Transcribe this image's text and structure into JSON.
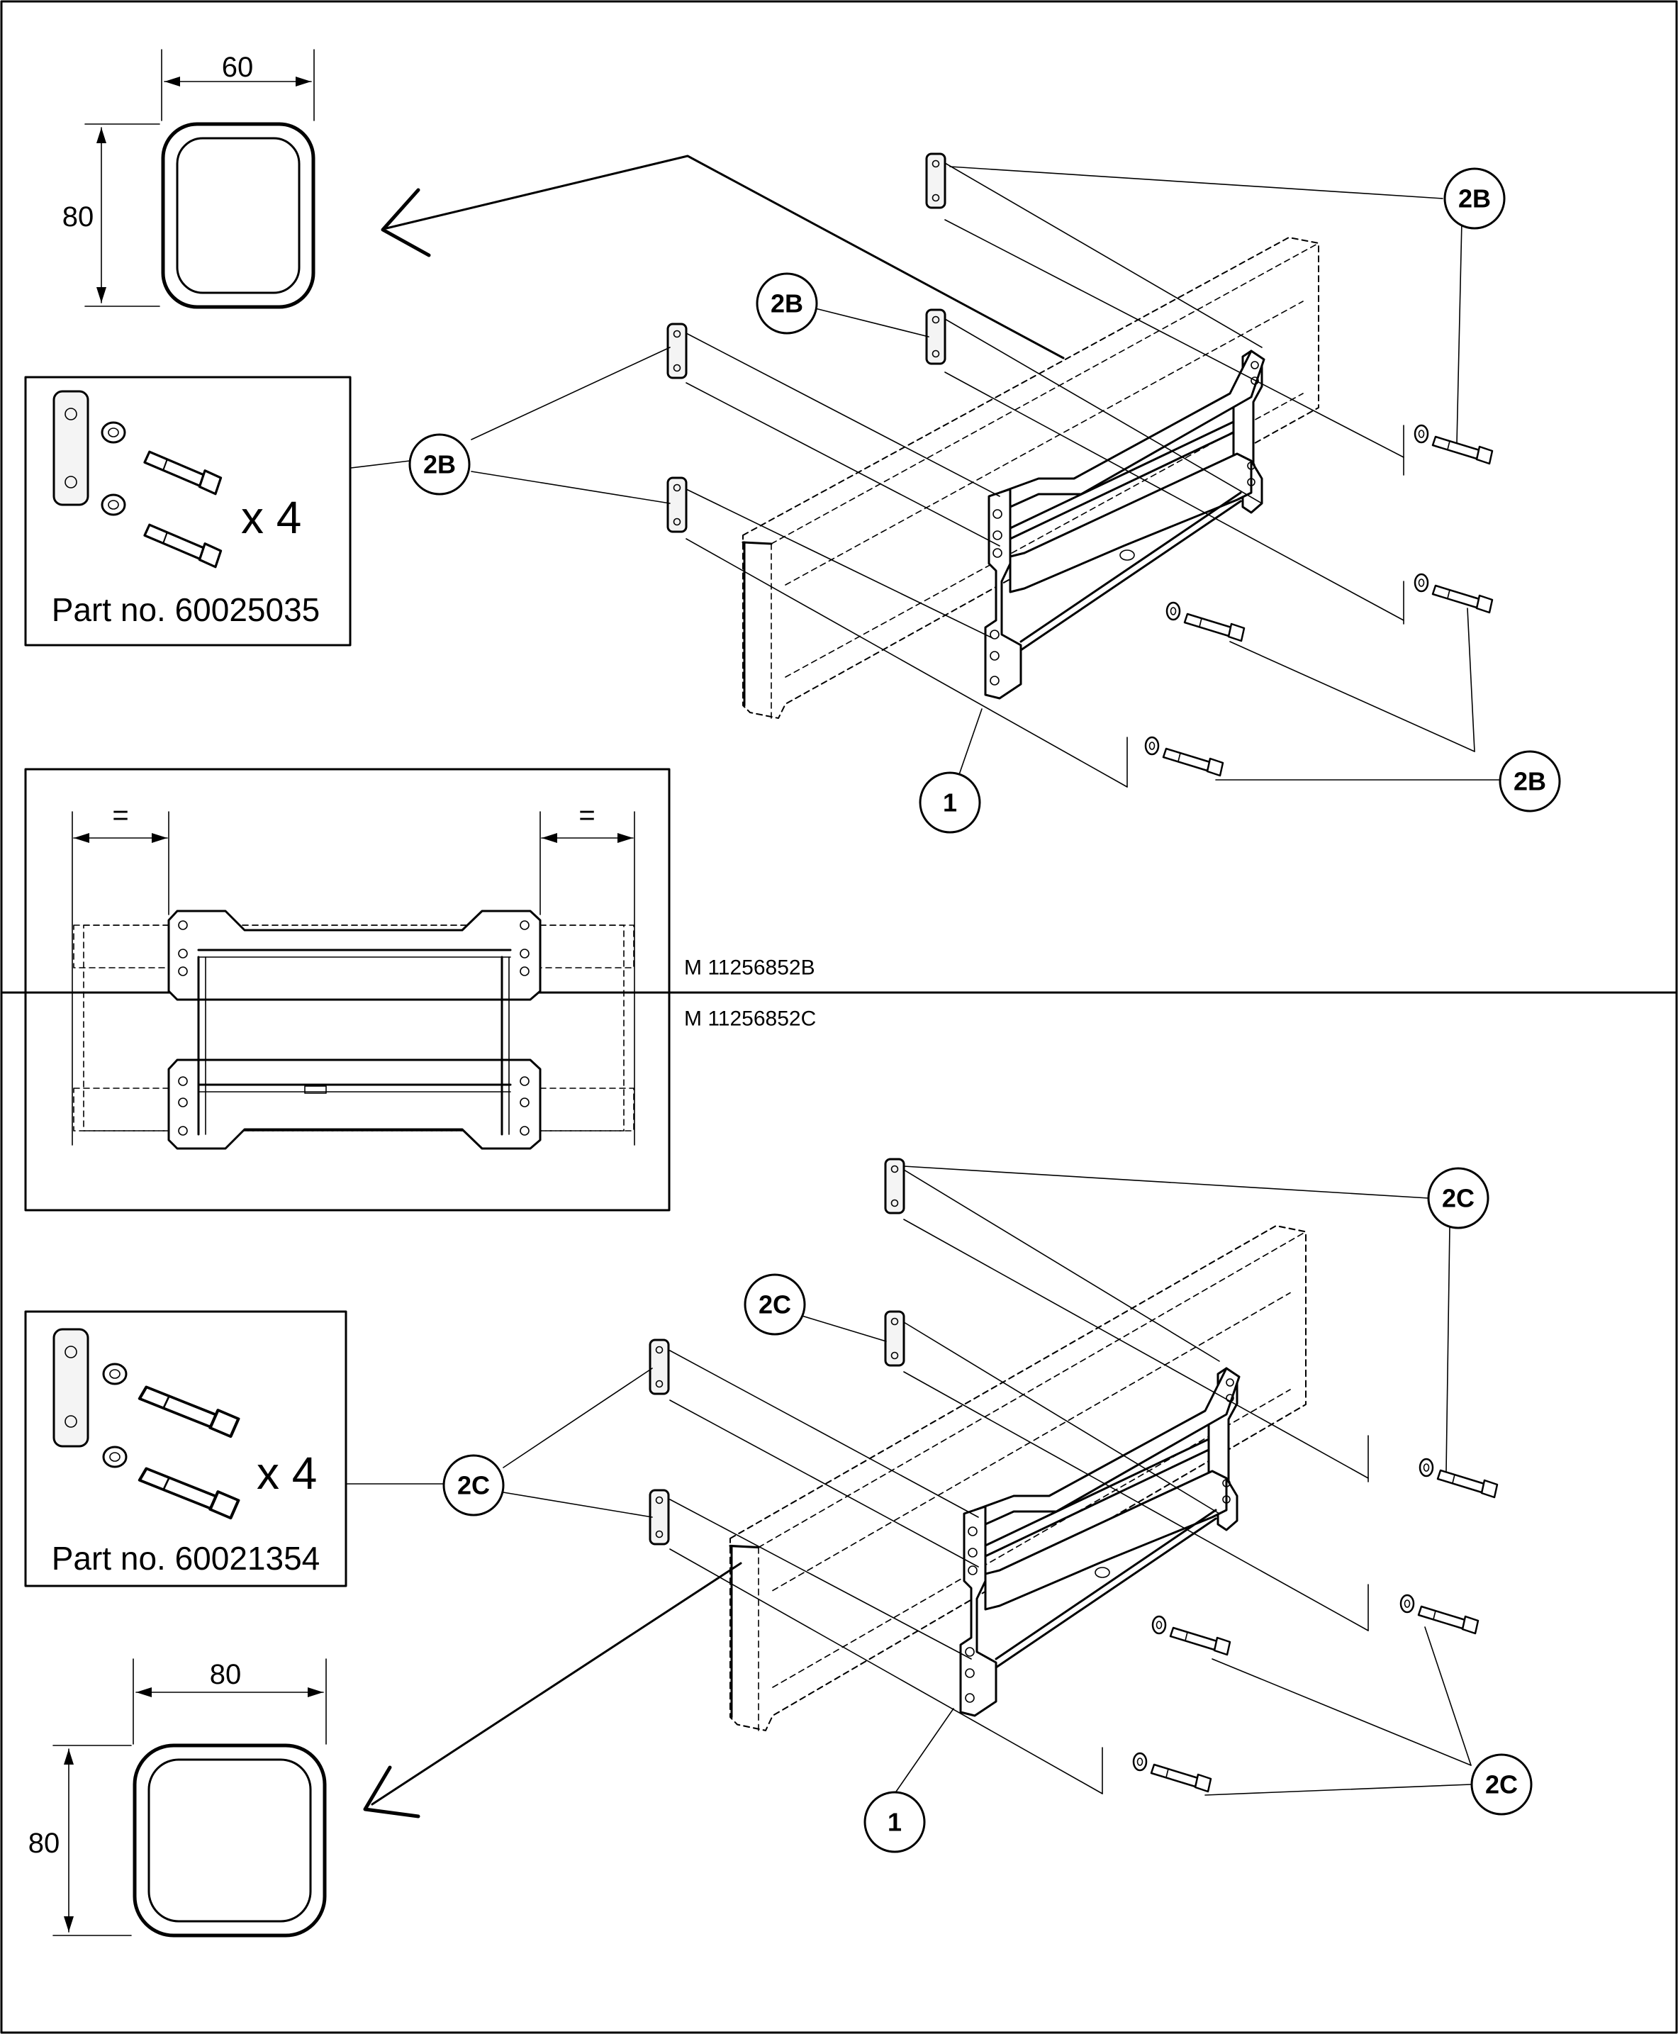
{
  "panels": {
    "upper": {
      "ref": "M 11256852B",
      "profile": {
        "width": "60",
        "height": "80"
      },
      "kit": {
        "multiplier": "x 4",
        "part_label": "Part no. 60025035"
      },
      "callouts": {
        "bolt_kit": "2B",
        "bracket": "1"
      }
    },
    "lower": {
      "ref": "M 11256852C",
      "profile": {
        "width": "80",
        "height": "80"
      },
      "kit": {
        "multiplier": "x 4",
        "part_label": "Part no. 60021354"
      },
      "callouts": {
        "bolt_kit": "2C",
        "bracket": "1"
      }
    }
  },
  "spacing_detail": {
    "equal_left": "=",
    "equal_right": "="
  }
}
